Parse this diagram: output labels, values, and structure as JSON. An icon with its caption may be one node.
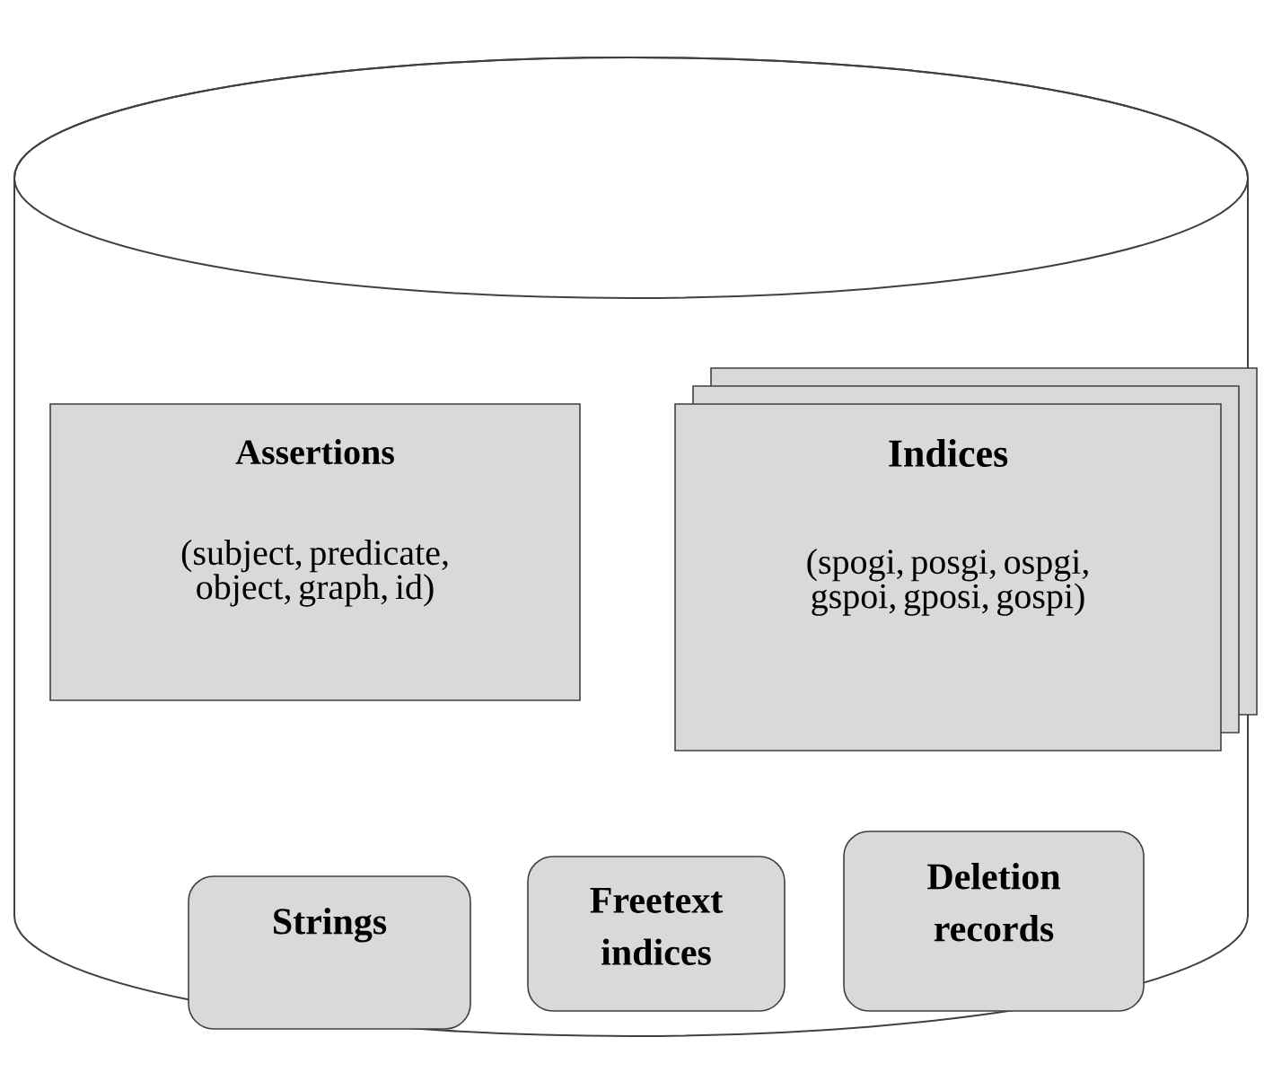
{
  "diagram": {
    "nodes": [
      {
        "text": [],
        "shape": "cylinder"
      },
      {
        "text": [
          "Assertions",
          "(subject, predicate, object, graph, id)"
        ],
        "in": 0
      },
      {
        "text": [
          "Indices",
          "(spogi, posgi, ospgi, gspoi, gposi, gospi)"
        ],
        "in": 0
      },
      {
        "text": [
          "Strings"
        ],
        "in": 0
      },
      {
        "text": [
          "Freetext indices"
        ],
        "in": 0
      },
      {
        "text": [
          "Deletion records"
        ],
        "in": 0
      }
    ]
  }
}
